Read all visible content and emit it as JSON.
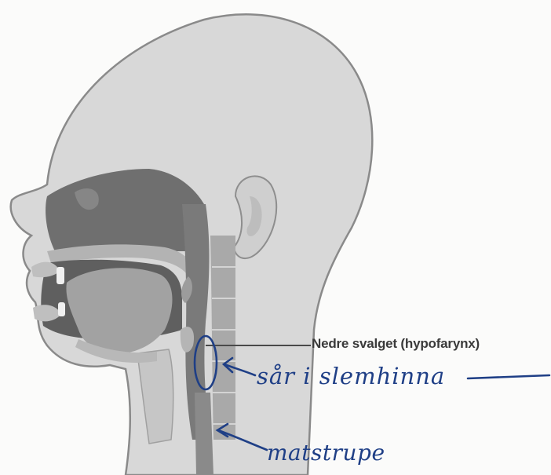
{
  "label": "Nedre svalget (hypofarynx)",
  "handwritten": {
    "note_1": "sår i slemhinna",
    "note_2": "matstrupe"
  },
  "colors": {
    "head_fill": "#d8d8d8",
    "cavity_dark": "#6d6d6d",
    "tissue_mid": "#9a9a9a",
    "outline": "#8a8a8a",
    "pen_ink": "#1f3f86"
  }
}
